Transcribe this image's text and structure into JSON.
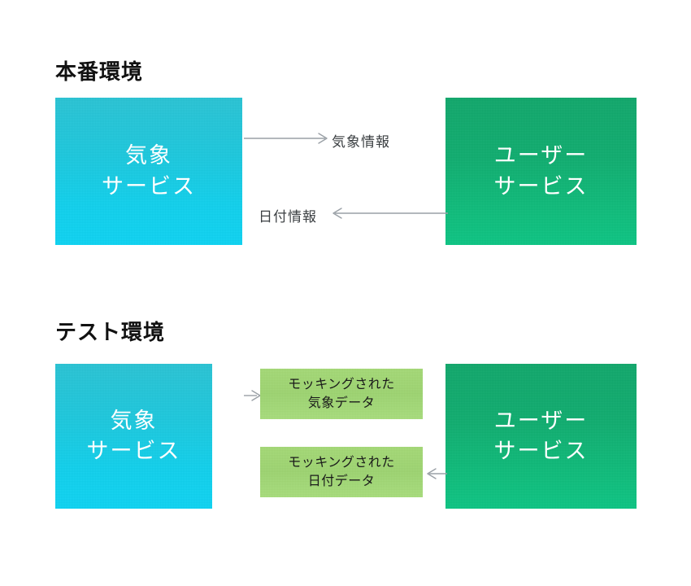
{
  "diagram": {
    "sections": [
      {
        "id": "production",
        "title": "本番環境",
        "left_service": {
          "label": "気象\nサービス",
          "color": "#12d0ec"
        },
        "right_service": {
          "label": "ユーザー\nサービス",
          "color": "#10bd7c"
        },
        "flows": [
          {
            "id": "weather-info",
            "label": "気象情報",
            "direction": "right"
          },
          {
            "id": "date-info",
            "label": "日付情報",
            "direction": "left"
          }
        ]
      },
      {
        "id": "test",
        "title": "テスト環境",
        "left_service": {
          "label": "気象\nサービス",
          "color": "#12d0ec"
        },
        "right_service": {
          "label": "ユーザー\nサービス",
          "color": "#10bd7c"
        },
        "mocks": [
          {
            "id": "mock-weather",
            "label": "モッキングされた\n気象データ",
            "color": "#a5d977",
            "direction": "right"
          },
          {
            "id": "mock-date",
            "label": "モッキングされた\n日付データ",
            "color": "#a5d977",
            "direction": "left"
          }
        ]
      }
    ],
    "colors": {
      "background": "#ffffff",
      "blue_gradient_top": "#2bc4d4",
      "blue_gradient_bottom": "#0fd3f2",
      "green_gradient_top": "#12a86c",
      "green_gradient_bottom": "#0ec584",
      "mock_green": "#a5d977",
      "arrow": "#9aa0a6",
      "title_text": "#111111",
      "label_text": "#3c4043"
    }
  }
}
